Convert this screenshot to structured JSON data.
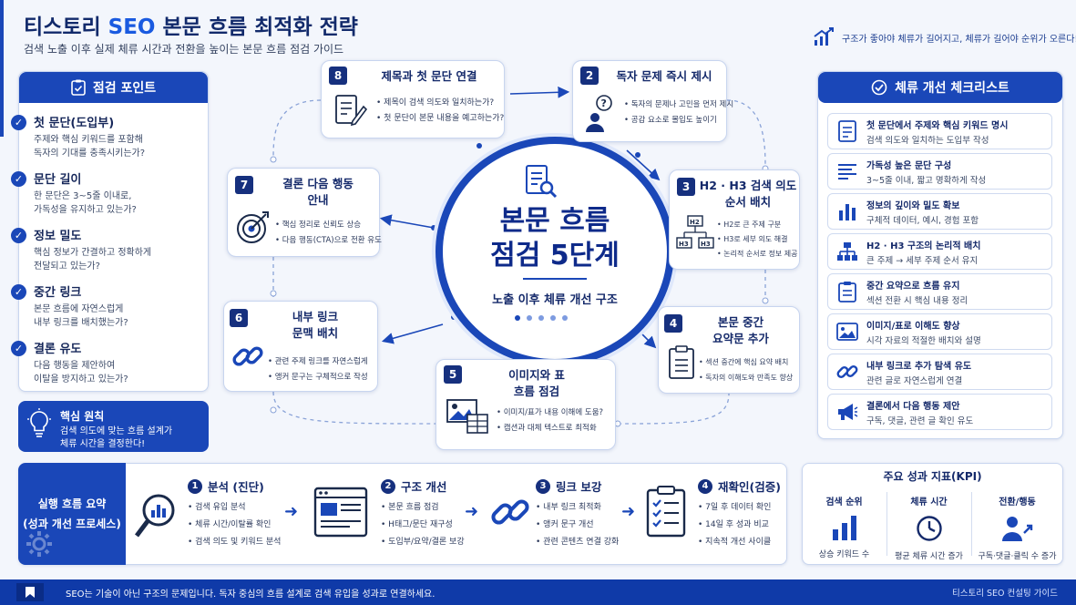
{
  "header": {
    "title_part1": "티스토리 ",
    "title_seo": "SEO",
    "title_part2": " 본문 흐름 최적화 전략",
    "subtitle": "검색 노출 이후 실제 체류 시간과 전환을 높이는 본문 흐름 점검 가이드",
    "top_note": "구조가 좋아야 체류가 길어지고, 체류가 길어야 순위가 오른다!"
  },
  "left_panel": {
    "heading": "점검 포인트",
    "items": [
      {
        "title": "첫 문단(도입부)",
        "desc1": "주제와 핵심 키워드를 포함해",
        "desc2": "독자의 기대를 충족시키는가?"
      },
      {
        "title": "문단 길이",
        "desc1": "한 문단은 3~5줄 이내로,",
        "desc2": "가독성을 유지하고 있는가?"
      },
      {
        "title": "정보 밀도",
        "desc1": "핵심 정보가 간결하고 정확하게",
        "desc2": "전달되고 있는가?"
      },
      {
        "title": "중간 링크",
        "desc1": "본문 흐름에 자연스럽게",
        "desc2": "내부 링크를 배치했는가?"
      },
      {
        "title": "결론 유도",
        "desc1": "다음 행동을 제안하여",
        "desc2": "이탈을 방지하고 있는가?"
      }
    ],
    "principle_title": "핵심 원칙",
    "principle_desc1": "검색 의도에 맞는 흐름 설계가",
    "principle_desc2": "체류 시간을 결정한다!"
  },
  "center": {
    "line1": "본문 흐름",
    "line2": "점검 5단계",
    "sub": "노출 이후 체류 개선 구조"
  },
  "steps": [
    {
      "num": "8",
      "title1": "제목과 첫 문단 연결",
      "title2": "",
      "b1": "제목이 검색 의도와 일치하는가?",
      "b2": "첫 문단이 본문 내용을 예고하는가?",
      "b3": ""
    },
    {
      "num": "2",
      "title1": "독자 문제 즉시 제시",
      "title2": "",
      "b1": "독자의 문제나 고민을 먼저 제시",
      "b2": "공감 요소로 몰입도 높이기",
      "b3": ""
    },
    {
      "num": "3",
      "title1": "H2 · H3 검색 의도",
      "title2": "순서 배치",
      "b1": "H2로 큰 주제 구분",
      "b2": "H3로 세부 의도 해결",
      "b3": "논리적 순서로 정보 제공"
    },
    {
      "num": "4",
      "title1": "본문 중간",
      "title2": "요약문 추가",
      "b1": "섹션 중간에 핵심 요약 배치",
      "b2": "독자의 이해도와 만족도 향상",
      "b3": ""
    },
    {
      "num": "5",
      "title1": "이미지와 표",
      "title2": "흐름 점검",
      "b1": "이미지/표가 내용 이해에 도움?",
      "b2": "캡션과 대체 텍스트로 최적화",
      "b3": ""
    },
    {
      "num": "6",
      "title1": "내부 링크",
      "title2": "문맥 배치",
      "b1": "관련 주제 링크를 자연스럽게",
      "b2": "앵커 문구는 구체적으로 작성",
      "b3": ""
    },
    {
      "num": "7",
      "title1": "결론 다음 행동",
      "title2": "안내",
      "b1": "핵심 정리로 신뢰도 상승",
      "b2": "다음 행동(CTA)으로 전환 유도",
      "b3": ""
    }
  ],
  "right_panel": {
    "heading": "체류 개선 체크리스트",
    "items": [
      {
        "title": "첫 문단에서 주제와 핵심 키워드 명시",
        "desc": "검색 의도와 일치하는 도입부 작성",
        "icon": "document-icon"
      },
      {
        "title": "가독성 높은 문단 구성",
        "desc": "3~5줄 이내, 짧고 명확하게 작성",
        "icon": "lines-icon"
      },
      {
        "title": "정보의 깊이와 밀도 확보",
        "desc": "구체적 데이터, 예시, 경험 포함",
        "icon": "bar-chart-icon"
      },
      {
        "title": "H2 · H3 구조의 논리적 배치",
        "desc": "큰 주제 → 세부 주제 순서 유지",
        "icon": "hierarchy-icon"
      },
      {
        "title": "중간 요약으로 흐름 유지",
        "desc": "섹션 전환 시 핵심 내용 정리",
        "icon": "clipboard-icon"
      },
      {
        "title": "이미지/표로 이해도 향상",
        "desc": "시각 자료의 적절한 배치와 설명",
        "icon": "image-icon"
      },
      {
        "title": "내부 링크로 추가 탐색 유도",
        "desc": "관련 글로 자연스럽게 연결",
        "icon": "link-icon"
      },
      {
        "title": "결론에서 다음 행동 제안",
        "desc": "구독, 댓글, 관련 글 확인 유도",
        "icon": "megaphone-icon"
      }
    ]
  },
  "process": {
    "label1": "실행 흐름 요약",
    "label2": "(성과 개선 프로세스)",
    "steps": [
      {
        "num": "1",
        "title": "분석 (진단)",
        "b1": "검색 유입 분석",
        "b2": "체류 시간/이탈률 확인",
        "b3": "검색 의도 및 키워드 분석"
      },
      {
        "num": "2",
        "title": "구조 개선",
        "b1": "본문 흐름 점검",
        "b2": "H태그/문단 재구성",
        "b3": "도입부/요약/결론 보강"
      },
      {
        "num": "3",
        "title": "링크 보강",
        "b1": "내부 링크 최적화",
        "b2": "앵커 문구 개선",
        "b3": "관련 콘텐츠 연결 강화"
      },
      {
        "num": "4",
        "title": "재확인(검증)",
        "b1": "7일 후 데이터 확인",
        "b2": "14일 후 성과 비교",
        "b3": "지속적 개선 사이클"
      }
    ]
  },
  "kpi": {
    "title": "주요 성과 지표(KPI)",
    "cols": [
      {
        "head": "검색 순위",
        "desc": "상승 키워드 수"
      },
      {
        "head": "체류 시간",
        "desc": "평균 체류 시간 증가"
      },
      {
        "head": "전환/행동",
        "desc": "구독·댓글·클릭 수 증가"
      }
    ]
  },
  "footer": {
    "left": "SEO는 기술이 아닌 구조의 문제입니다. 독자 중심의 흐름 설계로 검색 유입을 성과로 연결하세요.",
    "right": "티스토리 SEO 컨설팅 가이드"
  },
  "colors": {
    "primary": "#1a47b8",
    "dark": "#14296a",
    "background": "#f3f6fc"
  }
}
